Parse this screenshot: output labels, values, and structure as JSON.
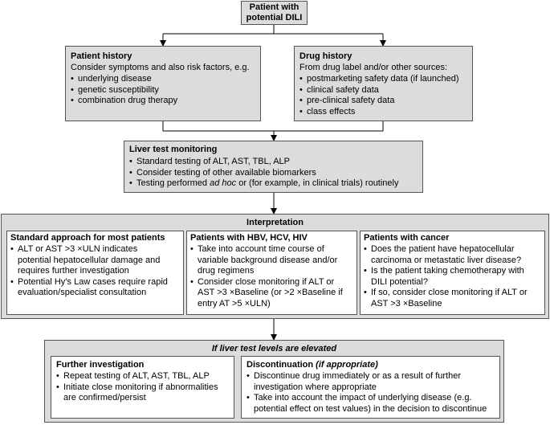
{
  "start": {
    "title": "Patient with potential DILI"
  },
  "patient_history": {
    "title": "Patient history",
    "intro": "Consider symptoms and also risk factors, e.g.",
    "items": [
      "underlying disease",
      "genetic susceptibility",
      "combination drug therapy"
    ]
  },
  "drug_history": {
    "title": "Drug history",
    "intro": "From drug label and/or other sources:",
    "items": [
      "postmarketing safety data (if launched)",
      "clinical safety data",
      "pre-clinical safety data",
      "class effects"
    ]
  },
  "liver_monitoring": {
    "title": "Liver test monitoring",
    "items": [
      "Standard testing of ALT, AST, TBL, ALP",
      "Consider testing of other available biomarkers"
    ],
    "item3_before": "Testing performed ",
    "item3_em": "ad hoc",
    "item3_after": " or (for example, in clinical trials) routinely"
  },
  "interpretation": {
    "title": "Interpretation",
    "standard": {
      "title": "Standard approach for most patients",
      "items": [
        [
          "ALT or AST >3 ×ULN indicates",
          "potential hepatocellular damage and",
          "requires further investigation"
        ],
        [
          "Potential Hy’s Law cases require rapid",
          "evaluation/specialist consultation"
        ]
      ]
    },
    "hbv": {
      "title": "Patients with HBV, HCV, HIV",
      "items": [
        [
          "Take into account time course of",
          "variable background disease and/or",
          "drug regimens"
        ],
        [
          "Consider close monitoring if ALT or",
          "AST >3 ×Baseline (or >2 ×Baseline if",
          "entry AT >5 ×ULN)"
        ]
      ]
    },
    "cancer": {
      "title": "Patients with cancer",
      "items": [
        [
          "Does the patient have hepatocellular",
          "carcinoma or metastatic liver disease?"
        ],
        [
          "Is the patient taking chemotherapy with",
          "DILI potential?"
        ],
        [
          "If so, consider close monitoring if ALT or",
          "AST >3 ×Baseline"
        ]
      ]
    }
  },
  "elevated": {
    "title": "If liver test levels are elevated",
    "further": {
      "title": "Further investigation",
      "items": [
        [
          "Repeat testing of ALT, AST, TBL, ALP"
        ],
        [
          "Initiate close monitoring if abnormalities",
          "are confirmed/persist"
        ]
      ]
    },
    "discontinuation": {
      "title": "Discontinuation",
      "title_note": "(if appropriate)",
      "items": [
        [
          "Discontinue drug immediately or as a result of further",
          "investigation where appropriate"
        ],
        [
          "Take into account the impact of underlying disease (e.g.",
          "potential effect on test values) in the decision to discontinue"
        ]
      ]
    }
  }
}
